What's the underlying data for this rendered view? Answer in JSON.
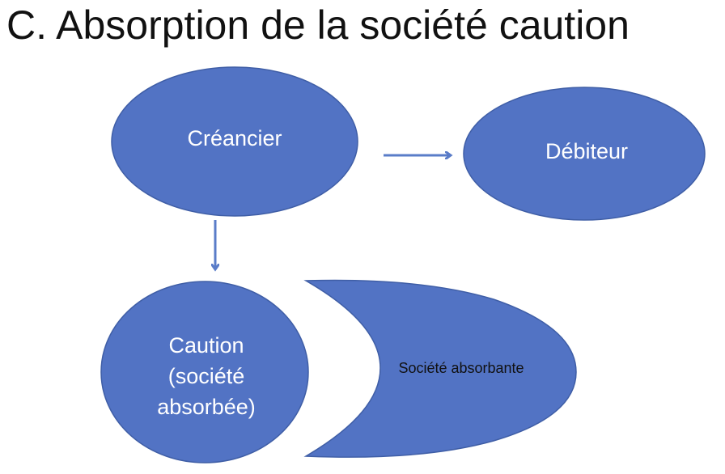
{
  "title": "C. Absorption de la société caution",
  "nodes": {
    "creancier": "Créancier",
    "debiteur": "Débiteur",
    "caution_line1": "Caution",
    "caution_line2": "(société",
    "caution_line3": "absorbée)",
    "societe_absorbante": "Société absorbante"
  },
  "colors": {
    "node_fill": "#5273c4",
    "node_stroke": "#3f5ea6",
    "arrow": "#5a7cc8"
  }
}
